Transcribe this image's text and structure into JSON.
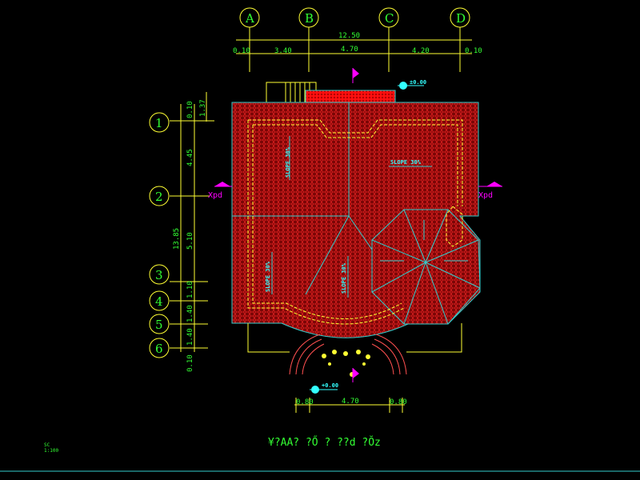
{
  "axes_top": [
    "A",
    "B",
    "C",
    "D"
  ],
  "axes_left": [
    "1",
    "2",
    "3",
    "4",
    "5",
    "6"
  ],
  "dims_top": {
    "total": "12.50",
    "segments": [
      "0.10",
      "3.40",
      "4.70",
      "4.20",
      "0.10"
    ]
  },
  "dims_left": {
    "total": "13.85",
    "segments": [
      "0.10",
      "4.45",
      "5.10",
      "1.10",
      "1.40",
      "1.40",
      "0.10"
    ],
    "extra": "1.37"
  },
  "dims_bottom": [
    "0.80",
    "4.70",
    "0.80"
  ],
  "slopes": [
    "SLOPE 30%",
    "SLOPE 30%",
    "SLOPE 30%",
    "SLOPE 30%"
  ],
  "elevations": {
    "top": "±0.00",
    "bottom": "+0.00"
  },
  "section_labels": [
    "Xpd",
    "Xpd"
  ],
  "scale": {
    "code": "SC",
    "ratio": "1:100"
  },
  "drawing_title": "¥?AA? ?Ő ? ??d ?Ŏz",
  "colors": {
    "roof": "#a01010",
    "hatch": "#ff3030",
    "axis": "#ffff33",
    "text": "#33ff33",
    "ridge": "#33cccc",
    "marker": "#ff00ff"
  }
}
